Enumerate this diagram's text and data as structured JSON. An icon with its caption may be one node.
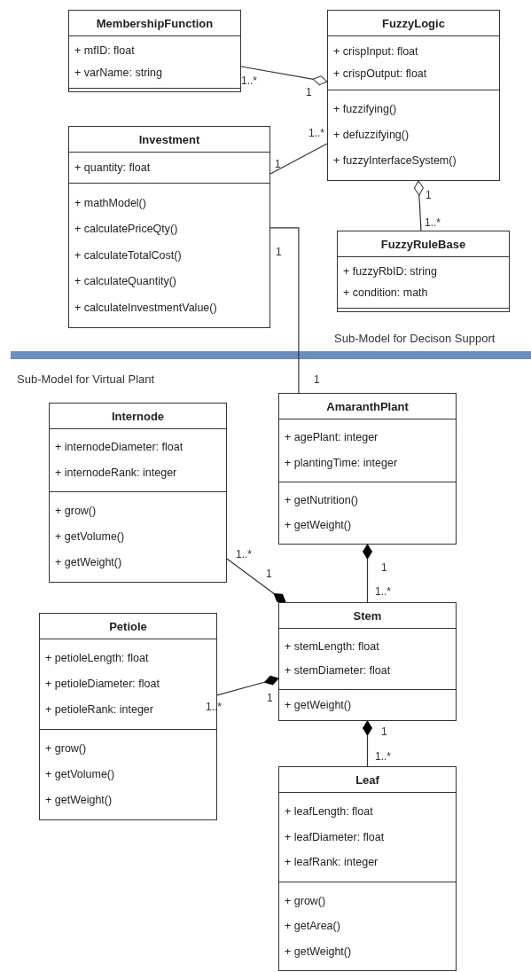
{
  "diagram": {
    "nodes": [
      {
        "text": [
          "MembershipFunction",
          "+ mfID: float",
          "+ varName: string"
        ]
      },
      {
        "text": [
          "FuzzyLogic",
          "+ crispInput: float",
          "+ crispOutput: float",
          "+ fuzzifying()",
          "+ defuzzifying()",
          "+ fuzzyInterfaceSystem()"
        ]
      },
      {
        "text": [
          "Investment",
          "+ quantity: float",
          "+ mathModel()",
          "+ calculatePriceQty()",
          "+ calculateTotalCost()",
          "+ calculateQuantity()",
          "+ calculateInvestmentValue()"
        ]
      },
      {
        "text": [
          "FuzzyRuleBase",
          "+ fuzzyRbID: string",
          "+ condition: math"
        ]
      },
      {
        "text": [
          "Internode",
          "+ internodeDiameter: float",
          "+ internodeRank: integer",
          "+ grow()",
          "+ getVolume()",
          "+ getWeight()"
        ]
      },
      {
        "text": [
          "AmaranthPlant",
          "+ agePlant: integer",
          "+ plantingTime: integer",
          "+ getNutrition()",
          "+ getWeight()"
        ]
      },
      {
        "text": [
          "Petiole",
          "+ petioleLength: float",
          "+ petioleDiameter: float",
          "+ petioleRank: integer",
          "+ grow()",
          "+ getVolume()",
          "+ getWeight()"
        ]
      },
      {
        "text": [
          "Stem",
          "+ stemLength: float",
          "+ stemDiameter: float",
          "+ getWeight()"
        ]
      },
      {
        "text": [
          "Leaf",
          "+ leafLength: float",
          "+ leafDiameter: float",
          "+ leafRank: integer",
          "+ grow()",
          "+ getArea()",
          "+ getWeight()"
        ]
      }
    ],
    "edges": [
      {
        "from": 0,
        "to": 1,
        "arrow": "other"
      },
      {
        "from": 2,
        "to": 1,
        "arrow": "none"
      },
      {
        "from": 3,
        "to": 1,
        "arrow": "other"
      },
      {
        "from": 2,
        "to": 5,
        "arrow": "none"
      },
      {
        "from": 4,
        "to": 7,
        "arrow": "other"
      },
      {
        "from": 7,
        "to": 5,
        "arrow": "other"
      },
      {
        "from": 6,
        "to": 7,
        "arrow": "other"
      },
      {
        "from": 8,
        "to": 7,
        "arrow": "other"
      }
    ],
    "labels": [
      "1..*",
      "1",
      "1..*",
      "1",
      "1",
      "1..*",
      "1",
      "Sub-Model for Decison Support",
      "1",
      "Sub-Model for Virtual Plant",
      "1..*",
      "1",
      "1",
      "1..*",
      "1..*",
      "1",
      "1",
      "1..*"
    ]
  }
}
